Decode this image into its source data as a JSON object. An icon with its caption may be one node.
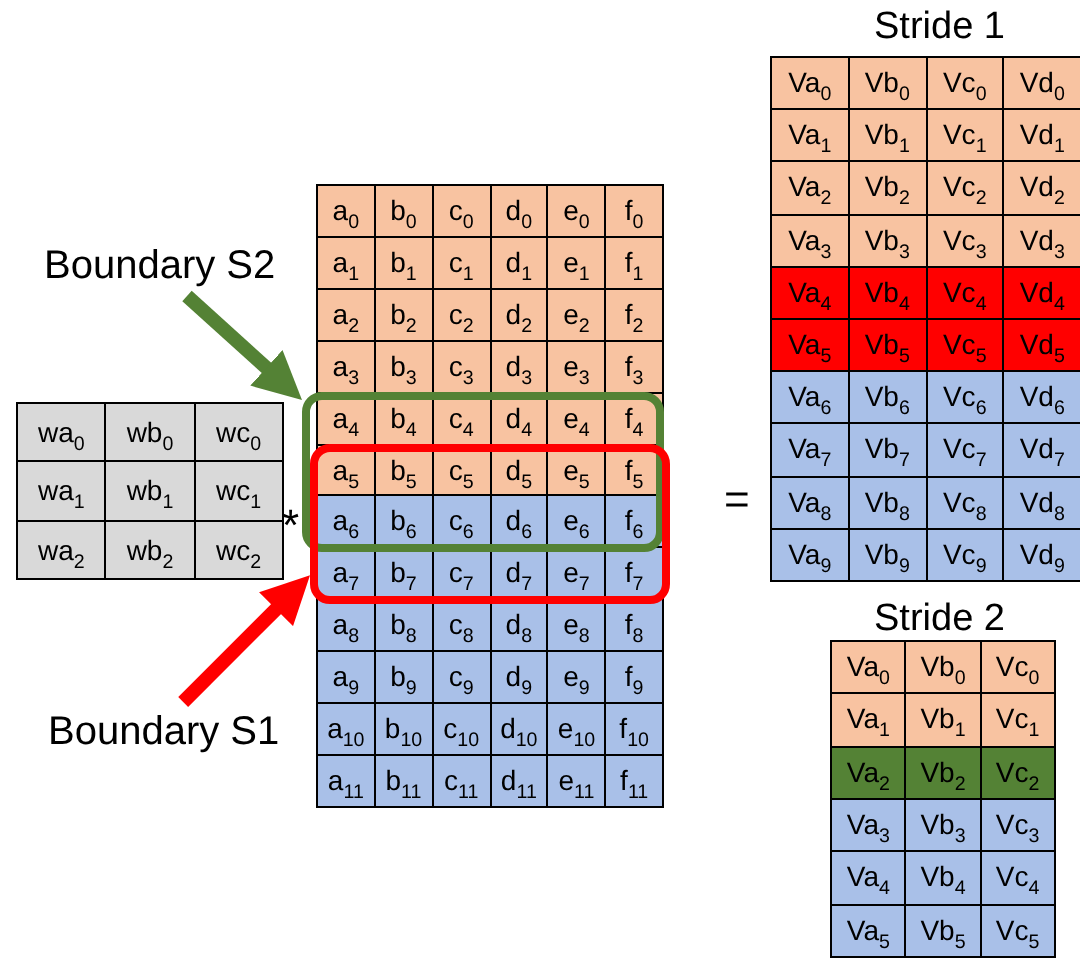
{
  "diagram": {
    "nodes": [
      {
        "text": [
          "Boundary S2"
        ]
      },
      {
        "text": [],
        "shape": "box"
      },
      {
        "text": [
          "Boundary S1"
        ]
      },
      {
        "text": [],
        "shape": "box"
      }
    ],
    "edges": [
      {
        "from": 0,
        "to": 1,
        "arrow": "to",
        "color": "#548235"
      },
      {
        "from": 2,
        "to": 3,
        "arrow": "to",
        "color": "#ff0000"
      }
    ],
    "labels": [
      "wa$_{0}$",
      "wb$_{0}$",
      "wc$_{0}$",
      "wa$_{1}$",
      "wb$_{1}$",
      "wc$_{1}$",
      "wa$_{2}$",
      "wb$_{2}$",
      "wc$_{2}$",
      "*",
      "a$_{0}$",
      "b$_{0}$",
      "c$_{0}$",
      "d$_{0}$",
      "e$_{0}$",
      "f$_{0}$",
      "a$_{1}$",
      "b$_{1}$",
      "c$_{1}$",
      "d$_{1}$",
      "e$_{1}$",
      "f$_{1}$",
      "a$_{2}$",
      "b$_{2}$",
      "c$_{2}$",
      "d$_{2}$",
      "e$_{2}$",
      "f$_{2}$",
      "a$_{3}$",
      "b$_{3}$",
      "c$_{3}$",
      "d$_{3}$",
      "e$_{3}$",
      "f$_{3}$",
      "a$_{4}$",
      "b$_{4}$",
      "c$_{4}$",
      "d$_{4}$",
      "e$_{4}$",
      "f$_{4}$",
      "a$_{5}$",
      "b$_{5}$",
      "c$_{5}$",
      "d$_{5}$",
      "e$_{5}$",
      "f$_{5}$",
      "a$_{6}$",
      "b$_{6}$",
      "c$_{6}$",
      "d$_{6}$",
      "e$_{6}$",
      "f$_{6}$",
      "a$_{7}$",
      "b$_{7}$",
      "c$_{7}$",
      "d$_{7}$",
      "e$_{7}$",
      "f$_{7}$",
      "a$_{8}$",
      "b$_{8}$",
      "c$_{8}$",
      "d$_{8}$",
      "e$_{8}$",
      "f$_{8}$",
      "a$_{9}$",
      "b$_{9}$",
      "c$_{9}$",
      "d$_{9}$",
      "e$_{9}$",
      "f$_{9}$",
      "a$_{10}$",
      "b$_{10}$",
      "c$_{10}$",
      "d$_{10}$",
      "e$_{10}$",
      "f$_{10}$",
      "a$_{11}$",
      "b$_{11}$",
      "c$_{11}$",
      "d$_{11}$",
      "e$_{11}$",
      "f$_{11}$",
      "=",
      "Stride 1",
      "Va$_{0}$",
      "Vb$_{0}$",
      "Vc$_{0}$",
      "Vd$_{0}$",
      "Va$_{1}$",
      "Vb$_{1}$",
      "Vc$_{1}$",
      "Vd$_{1}$",
      "Va$_{2}$",
      "Vb$_{2}$",
      "Vc$_{2}$",
      "Vd$_{2}$",
      "Va$_{3}$",
      "Vb$_{3}$",
      "Vc$_{3}$",
      "Vd$_{3}$",
      "Va$_{4}$",
      "Vb$_{4}$",
      "Vc$_{4}$",
      "Vd$_{4}$",
      "Va$_{5}$",
      "Vb$_{5}$",
      "Vc$_{5}$",
      "Vd$_{5}$",
      "Va$_{6}$",
      "Vb$_{6}$",
      "Vc$_{6}$",
      "Vd$_{6}$",
      "Va$_{7}$",
      "Vb$_{7}$",
      "Vc$_{7}$",
      "Vd$_{7}$",
      "Va$_{8}$",
      "Vb$_{8}$",
      "Vc$_{8}$",
      "Vd$_{8}$",
      "Va$_{9}$",
      "Vb$_{9}$",
      "Vc$_{9}$",
      "Vd$_{9}$",
      "Stride 2",
      "Va$_{0}$",
      "Vb$_{0}$",
      "Vc$_{0}$",
      "Va$_{1}$",
      "Vb$_{1}$",
      "Vc$_{1}$",
      "Va$_{2}$",
      "Vb$_{2}$",
      "Vc$_{2}$",
      "Va$_{3}$",
      "Vb$_{3}$",
      "Vc$_{3}$",
      "Va$_{4}$",
      "Vb$_{4}$",
      "Vc$_{4}$",
      "Va$_{5}$",
      "Vb$_{5}$",
      "Vc$_{5}$"
    ]
  }
}
